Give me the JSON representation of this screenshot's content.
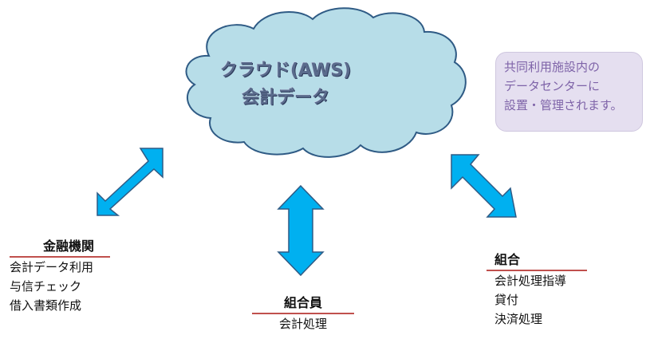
{
  "cloud": {
    "line1": "クラウド(AWS)",
    "line2": "会計データ",
    "fill": "#b7dde8",
    "stroke": "#2f5b85"
  },
  "note": {
    "lines": [
      "共同利用施設内の",
      "データセンターに",
      "設置・管理されます。"
    ]
  },
  "arrows": {
    "fill": "#00b0f0",
    "stroke": "#2f5b85"
  },
  "groups": {
    "bank": {
      "title": "金融機関",
      "items": [
        "会計データ利用",
        "与信チェック",
        "借入書類作成"
      ]
    },
    "member": {
      "title": "組合員",
      "items": [
        "会計処理"
      ]
    },
    "coop": {
      "title": "組合",
      "items": [
        "会計処理指導",
        "貸付",
        "決済処理"
      ]
    }
  },
  "accent_rule_color": "#c0504d"
}
